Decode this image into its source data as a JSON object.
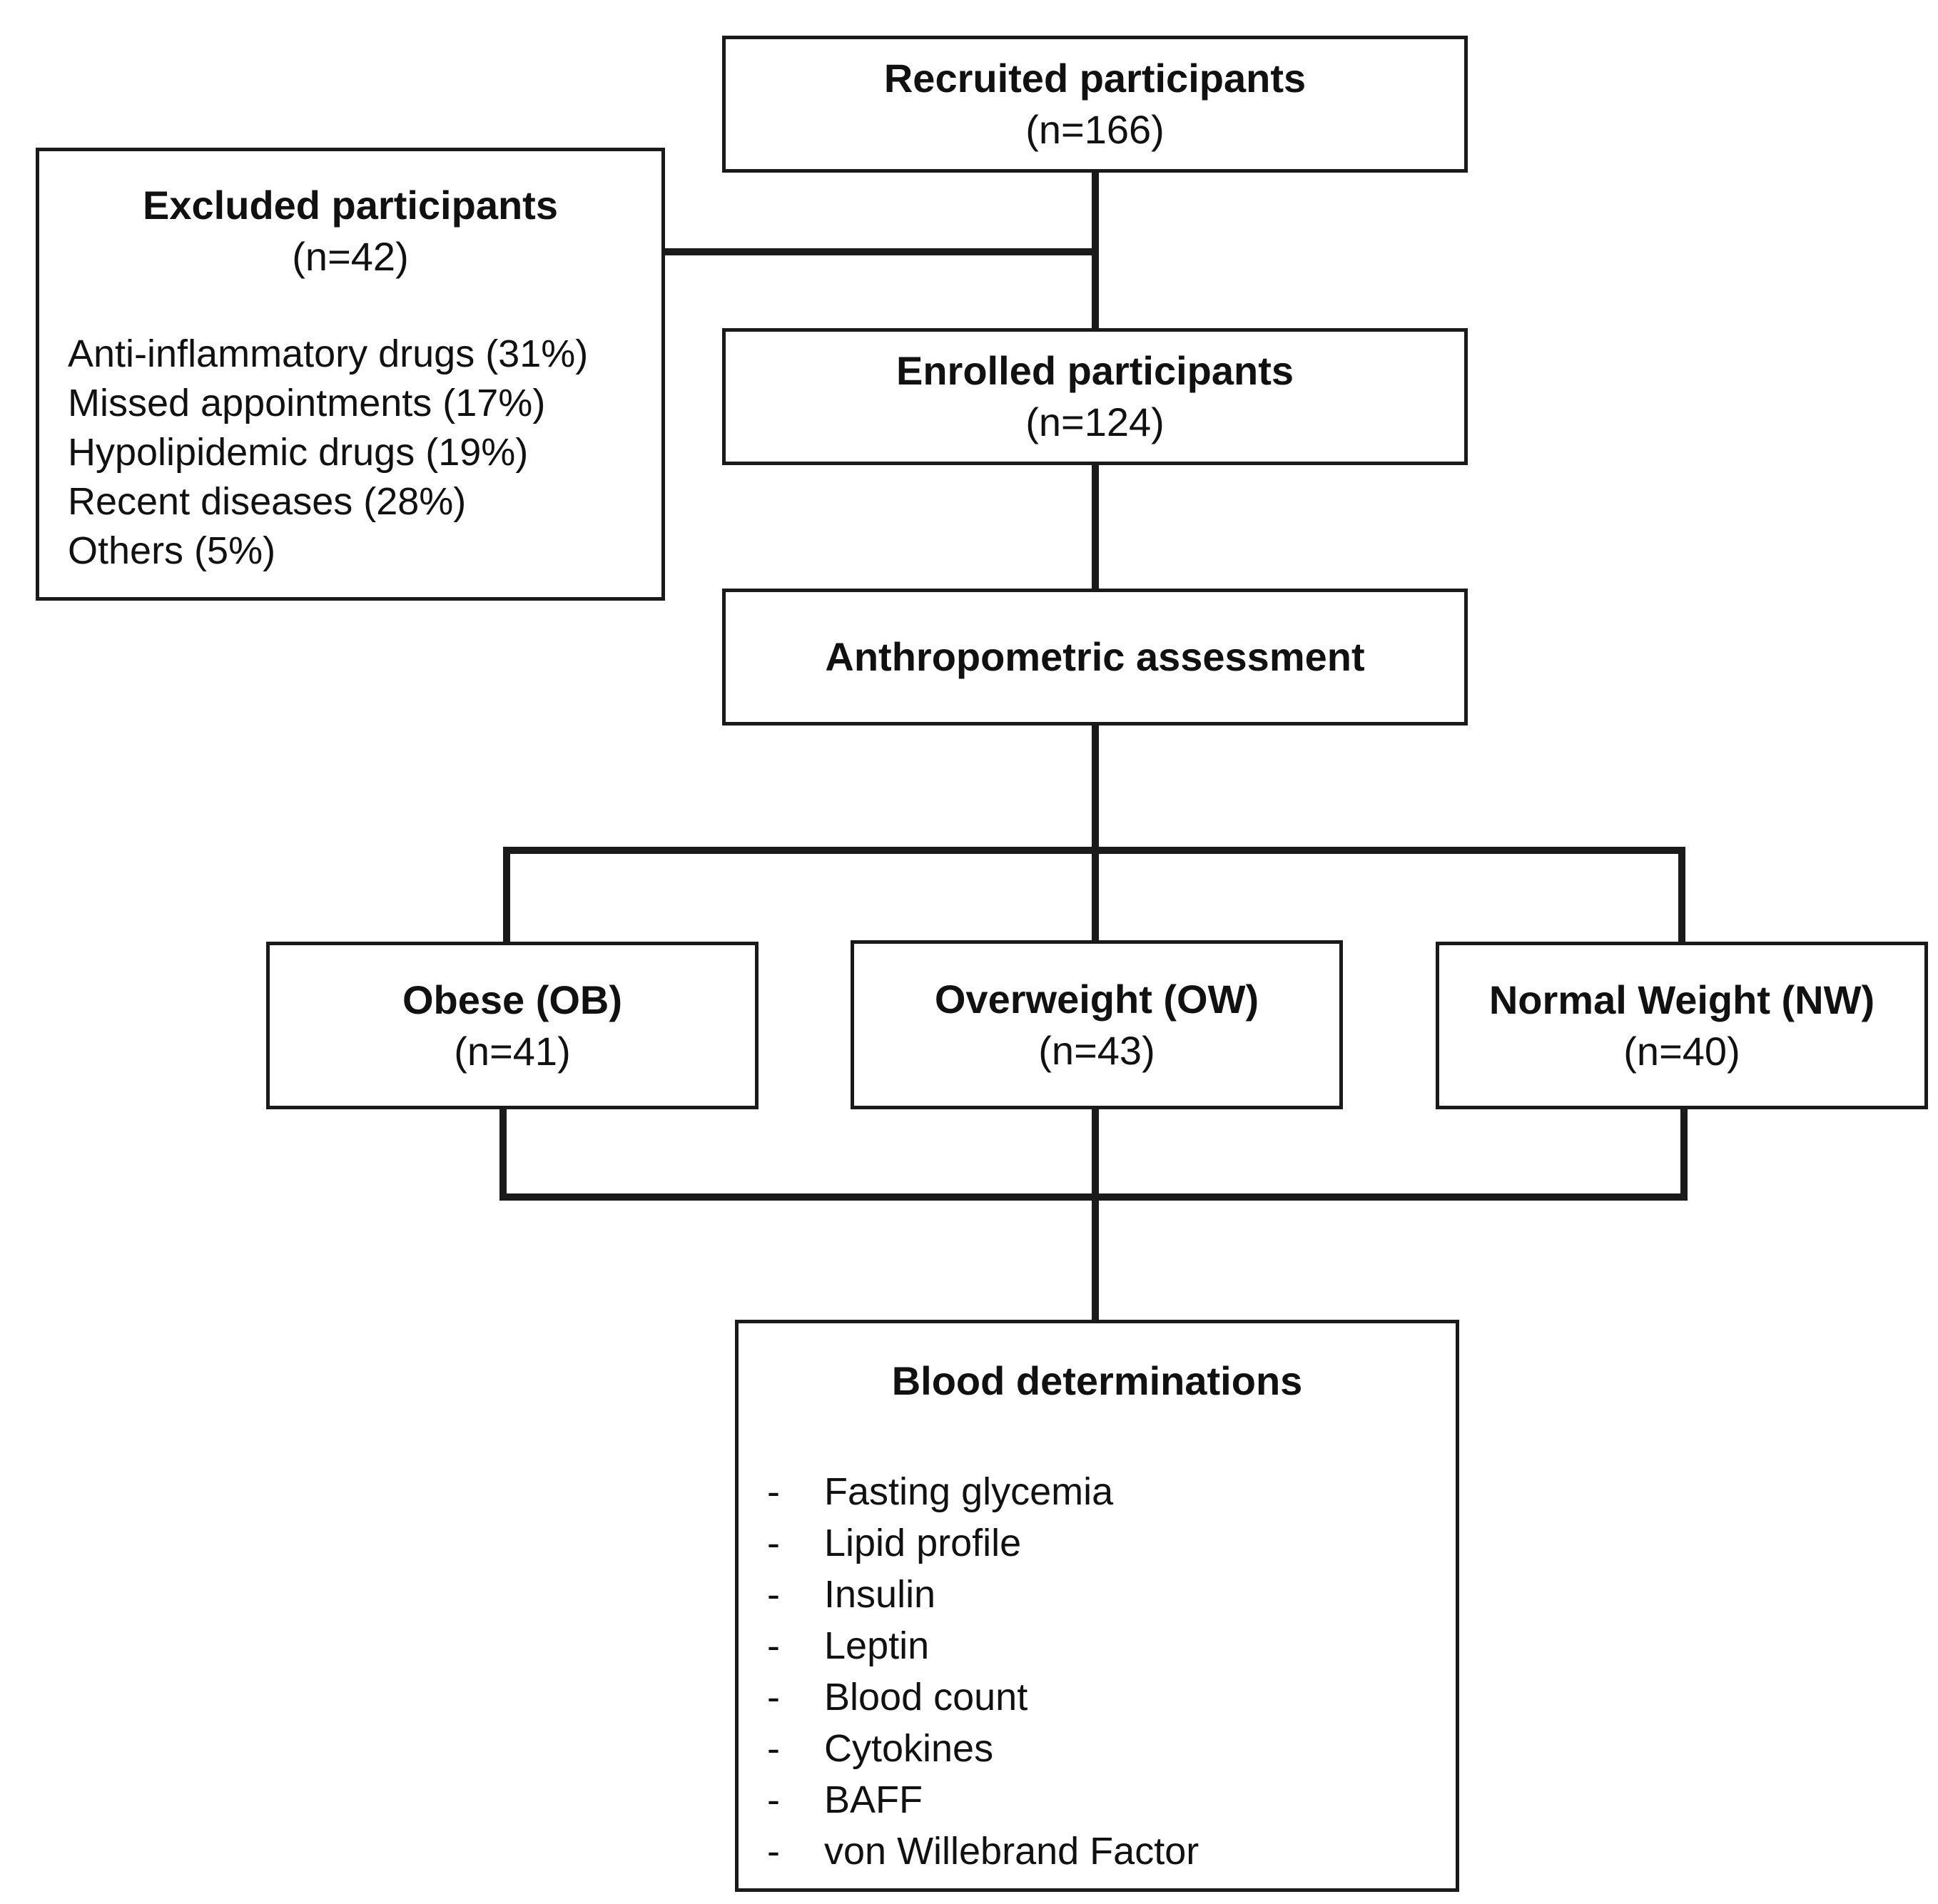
{
  "recruited": {
    "title": "Recruited participants",
    "count": "(n=166)"
  },
  "excluded": {
    "title": "Excluded participants",
    "count": "(n=42)",
    "reasons": [
      "Anti-inflammatory drugs (31%)",
      "Missed appointments (17%)",
      "Hypolipidemic drugs (19%)",
      "Recent diseases (28%)",
      "Others (5%)"
    ]
  },
  "enrolled": {
    "title": "Enrolled participants",
    "count": "(n=124)"
  },
  "assessment": {
    "title": "Anthropometric assessment"
  },
  "groups": [
    {
      "title": "Obese (OB)",
      "count": "(n=41)"
    },
    {
      "title": "Overweight (OW)",
      "count": "(n=43)"
    },
    {
      "title": "Normal Weight (NW)",
      "count": "(n=40)"
    }
  ],
  "blood": {
    "title": "Blood determinations",
    "bullet": "-",
    "items": [
      "Fasting glycemia",
      "Lipid profile",
      "Insulin",
      "Leptin",
      "Blood count",
      "Cytokines",
      "BAFF",
      "von Willebrand Factor"
    ]
  }
}
